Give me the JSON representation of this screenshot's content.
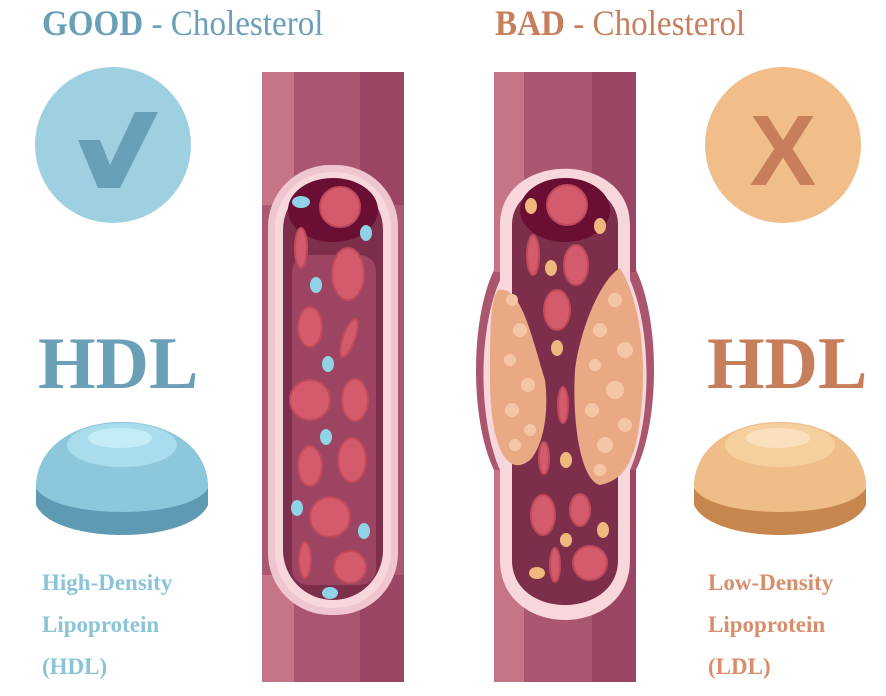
{
  "good": {
    "title_strong": "GOOD",
    "title_rest": " - Cholesterol",
    "icon": "check-icon",
    "abbr": "HDL",
    "desc": [
      "High-Density",
      "Lipoprotein",
      "(HDL)"
    ],
    "color": "#6a9fb8"
  },
  "bad": {
    "title_strong": "BAD",
    "title_rest": " - Cholesterol",
    "icon": "x-icon",
    "icon_text": "X",
    "abbr": "HDL",
    "desc": [
      "Low-Density",
      "Lipoprotein",
      "(LDL)"
    ],
    "color": "#c77e5b"
  }
}
